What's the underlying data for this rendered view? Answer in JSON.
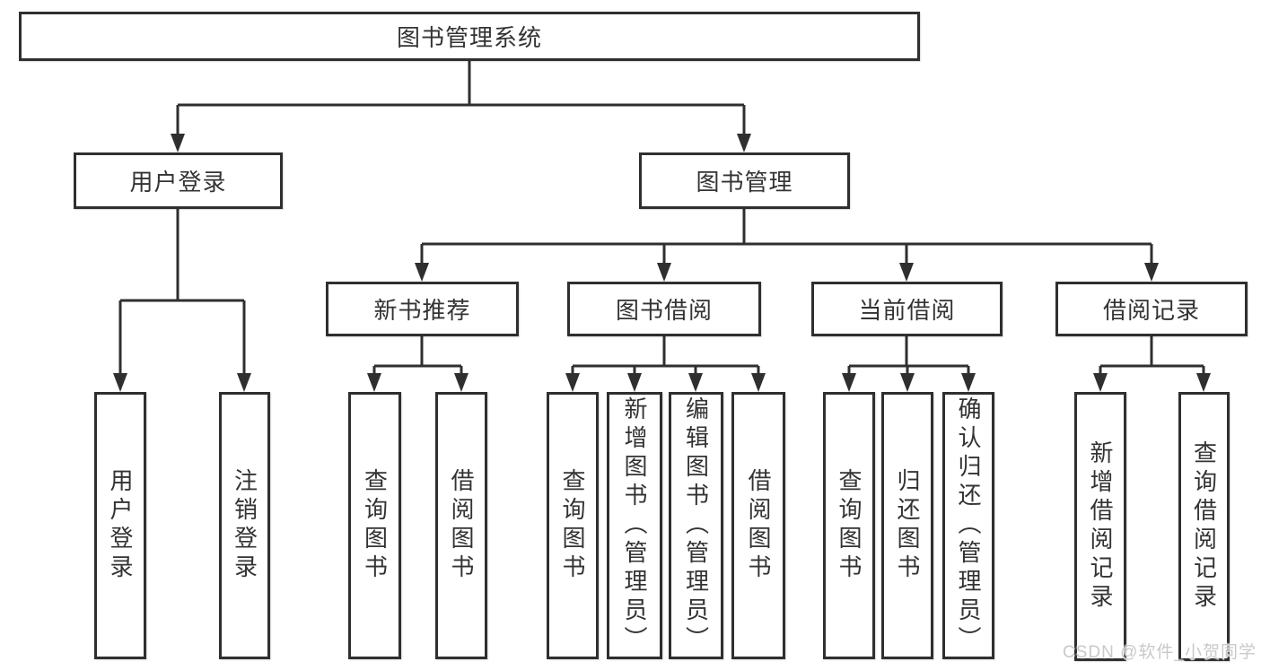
{
  "diagram": {
    "root": {
      "label": "图书管理系统"
    },
    "level2": [
      {
        "label": "用户登录"
      },
      {
        "label": "图书管理"
      }
    ],
    "level3": [
      {
        "label": "新书推荐"
      },
      {
        "label": "图书借阅"
      },
      {
        "label": "当前借阅"
      },
      {
        "label": "借阅记录"
      }
    ],
    "leaves": [
      {
        "label": "用户登录"
      },
      {
        "label": "注销登录"
      },
      {
        "label": "查询图书"
      },
      {
        "label": "借阅图书"
      },
      {
        "label": "查询图书"
      },
      {
        "label": "新增图书（管理员）"
      },
      {
        "label": "编辑图书（管理员）"
      },
      {
        "label": "借阅图书"
      },
      {
        "label": "查询图书"
      },
      {
        "label": "归还图书"
      },
      {
        "label": "确认归还（管理员）"
      },
      {
        "label": "新增借阅记录"
      },
      {
        "label": "查询借阅记录"
      }
    ]
  },
  "watermark": {
    "text": "CSDN @软件_小贺同学"
  },
  "colors": {
    "line": "#2f2f2f",
    "text": "#333333",
    "background": "#ffffff",
    "watermark": "#c9c9c9"
  }
}
